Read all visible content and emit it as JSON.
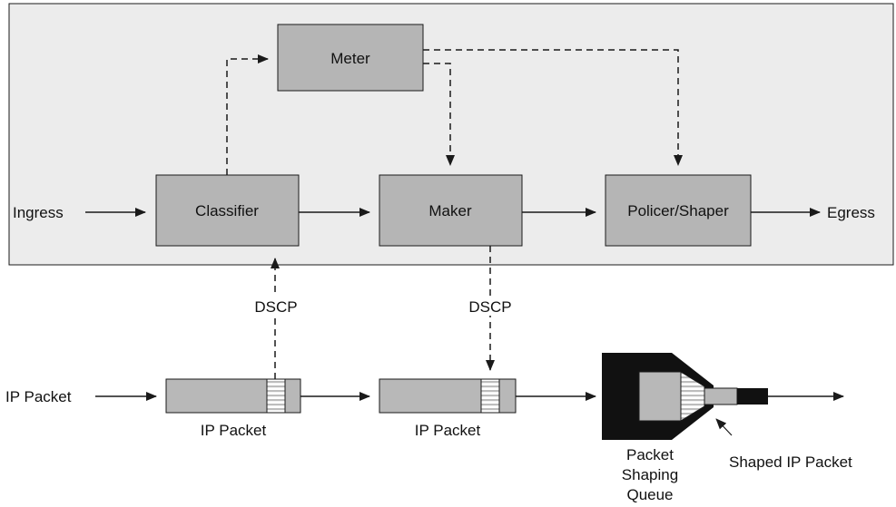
{
  "blocks": {
    "meter": "Meter",
    "classifier": "Classifier",
    "maker": "Maker",
    "policer_shaper": "Policer/Shaper"
  },
  "labels": {
    "ingress": "Ingress",
    "egress": "Egress",
    "dscp_left": "DSCP",
    "dscp_right": "DSCP",
    "ip_packet_input": "IP Packet",
    "ip_packet_1": "IP Packet",
    "ip_packet_2": "IP Packet",
    "queue_line1": "Packet",
    "queue_line2": "Shaping",
    "queue_line3": "Queue",
    "shaped_packet": "Shaped IP Packet"
  },
  "colors": {
    "panel": "#ececec",
    "block": "#b5b5b5",
    "packet": "#b8b8b8",
    "queue": "#111111",
    "stroke": "#1a1a1a"
  }
}
